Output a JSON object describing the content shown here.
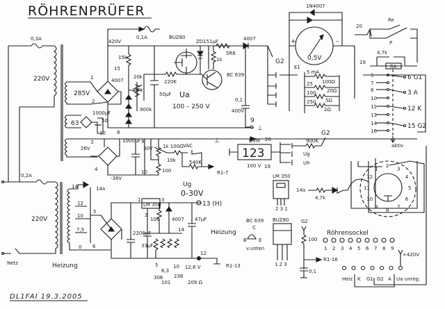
{
  "title": "RÖHRENPRÜFER",
  "signature": "DL1FAI   19.3.2005",
  "anode_supply": {
    "fuse_primary": "0,3A",
    "primary_voltage": "220V",
    "sec_285": "285V",
    "sec_63": "63",
    "tap1": "1",
    "tap2": "2",
    "bus_voltage": "420V",
    "fuse_out": "0,1A",
    "r15k": "15k",
    "tap15": "15",
    "diodes": "4007",
    "r20k": "20k",
    "r3_7k": "3,7k",
    "r900k": "900k",
    "tap8": "8",
    "r220k": "220K",
    "c50": "50µF",
    "ua": "Ua",
    "ua_range": "100 – 250 V",
    "mosfet": "BUZ80",
    "zener": "ZD15",
    "c1u": "1µF",
    "r1k": "1k",
    "r5r6": "5R6",
    "diode_out": "4007",
    "transistor": "BC 639",
    "c01": "0,1",
    "c400": "400V",
    "term9": "9",
    "ground": "⊥",
    "g2": "G2",
    "c1000_top": "1000µF",
    "tap10": "10",
    "tap50": "50"
  },
  "meter": {
    "bridge_diode": "1N4007",
    "plus": "+",
    "minus": "–",
    "scale": "0,5V",
    "range_label": "E1",
    "ranges": [
      "5 mA",
      "25",
      "100",
      "250"
    ],
    "shunts": [
      "100Ω",
      "20Ω",
      "5Ω",
      "2Ω"
    ]
  },
  "switch_panel": {
    "term20": "20",
    "relay": "Re",
    "push": "P",
    "r4_7k": "4,7k",
    "term19": "19",
    "relay_coil": "RA",
    "contacts_left": [
      "5",
      "7",
      "8",
      "10",
      "11",
      "13",
      "14",
      "16"
    ],
    "contacts_right": [
      "6 G1",
      "3 A",
      "12 K",
      "15 G2"
    ],
    "active": "aktiv"
  },
  "grid_supply": {
    "sec_26": "26V",
    "tap3": "3",
    "tap4": "4",
    "neg36": "-36V",
    "c1000": "1000µF",
    "tap9": "9",
    "tap10": "10",
    "zener30": "30V",
    "pot": "1k 100Ω",
    "vac": "VAC",
    "r10k": "10k",
    "r100": "100",
    "r540k": "540K",
    "out": "R1-7",
    "ug": "Ug",
    "ug_range": "0-30V",
    "ground": "⊥"
  },
  "dvm": {
    "label": "DVM",
    "display": "123",
    "range": "100 V",
    "term20": "20",
    "term19": "19",
    "r900k": "900K",
    "g2": "G2",
    "ug": "Ug",
    "uh": "Uh"
  },
  "heater_supply": {
    "fuse": "0,2A",
    "primary": "220V",
    "mains": "Netz",
    "heater": "Heizung",
    "taps": [
      "14",
      "12",
      "10",
      "7,5",
      "0"
    ],
    "tap14a": "14a",
    "term5": "5",
    "term6": "6",
    "regulator": "LM 350",
    "reg_pin1": "1",
    "reg_pin2": "2",
    "reg_pin3": "3",
    "r100": "100",
    "diode": "4007",
    "c2200": "2200µF",
    "c33": "33µF",
    "c47": "47µF",
    "tap14": "14",
    "out13": "13 (H)",
    "heater_label": "Heizung",
    "term12": "12",
    "out_r": "R1-13",
    "volt_steps": [
      "5",
      "6,3",
      "10",
      "12,6 V"
    ],
    "res_steps": [
      "306",
      "101",
      "238",
      "209 Ω"
    ]
  },
  "parts": {
    "lm350": "LM 350",
    "lm350_pins": "2 3 1",
    "bc639": "BC 639",
    "bc_c": "C",
    "bc_b": "B",
    "bc_e": "E",
    "bc_view": "v.unten",
    "buz80": "BUZ80",
    "buz80_pins": "1 2 3",
    "g2": "G2",
    "r100": "100",
    "r116": "R1-16",
    "c01": "0,1",
    "in14a": "14a",
    "r4_7k": "4,7k"
  },
  "tube_socket": {
    "title": "Röhrensockel",
    "pin_numbers": [
      "1",
      "2",
      "3",
      "4",
      "5",
      "6",
      "7",
      "8",
      "9",
      "10",
      "11",
      "12"
    ],
    "socket_row": [
      "1",
      "2",
      "3",
      "4",
      "5",
      "6",
      "7",
      "8",
      "9"
    ],
    "supply": "+420V",
    "jacks": [
      "Heiz",
      "K",
      "G1",
      "G2",
      "A",
      "Ua unreg."
    ]
  }
}
